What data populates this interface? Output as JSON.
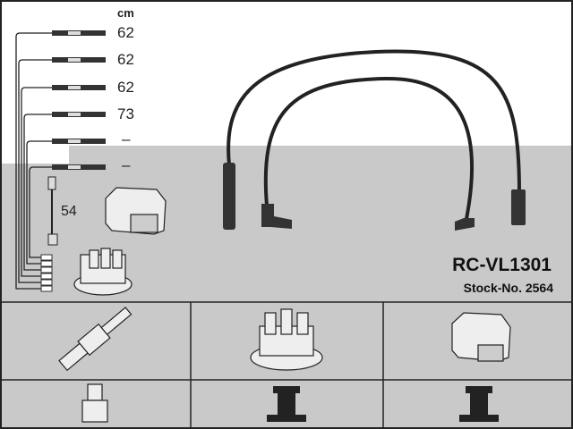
{
  "unit_label": "cm",
  "lengths": [
    "62",
    "62",
    "62",
    "73",
    "–",
    "–"
  ],
  "coil_lead_length": "54",
  "part_number": "RC-VL1301",
  "stock_number": "Stock-No. 2564",
  "colors": {
    "background_gray": "#c9c9c9",
    "line": "#1a1a1a"
  }
}
